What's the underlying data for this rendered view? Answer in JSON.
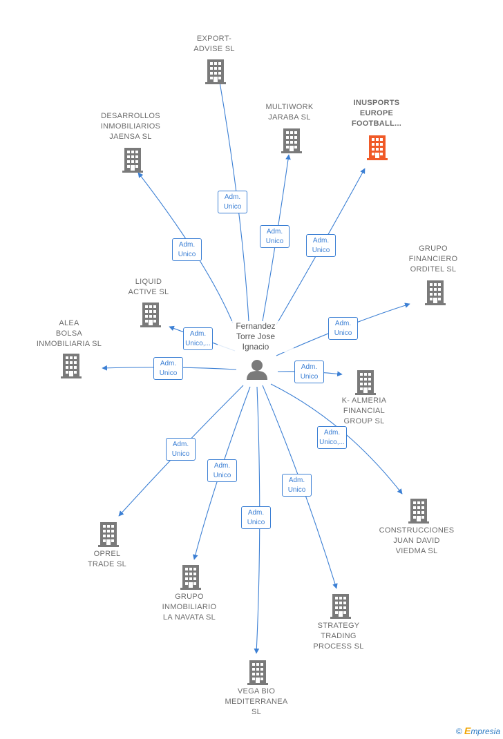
{
  "center": {
    "label": "Fernandez\nTorre Jose\nIgnacio",
    "icon": "person-icon"
  },
  "colors": {
    "edge": "#3b7fd4",
    "building": "#7a7a7a",
    "highlight": "#f05a28"
  },
  "nodes": [
    {
      "id": "export",
      "label": "EXPORT-\nADVISE SL",
      "relation": "Adm.\nUnico",
      "highlight": false
    },
    {
      "id": "desarrollos",
      "label": "DESARROLLOS\nINMOBILIARIOS\nJAENSA SL",
      "relation": "Adm.\nUnico",
      "highlight": false
    },
    {
      "id": "multiwork",
      "label": "MULTIWORK\nJARABA  SL",
      "relation": "Adm.\nUnico",
      "highlight": false
    },
    {
      "id": "inusports",
      "label": "INUSPORTS\nEUROPE\nFOOTBALL...",
      "relation": "Adm.\nUnico",
      "highlight": true
    },
    {
      "id": "grupo_fin",
      "label": "GRUPO\nFINANCIERO\nORDITEL  SL",
      "relation": "Adm.\nUnico",
      "highlight": false
    },
    {
      "id": "liquid",
      "label": "LIQUID\nACTIVE  SL",
      "relation": "Adm.\nUnico,...",
      "highlight": false
    },
    {
      "id": "alea",
      "label": "ALEA\nBOLSA\nINMOBILIARIA SL",
      "relation": "Adm.\nUnico",
      "highlight": false
    },
    {
      "id": "kalmeria",
      "label": "K- ALMERIA\nFINANCIAL\nGROUP  SL",
      "relation": "Adm.\nUnico",
      "highlight": false
    },
    {
      "id": "construcciones",
      "label": "CONSTRUCCIONES\nJUAN DAVID\nVIEDMA SL",
      "relation": "Adm.\nUnico,...",
      "highlight": false
    },
    {
      "id": "oprel",
      "label": "OPREL\nTRADE  SL",
      "relation": "Adm.\nUnico",
      "highlight": false
    },
    {
      "id": "grupo_inm",
      "label": "GRUPO\nINMOBILIARIO\nLA NAVATA SL",
      "relation": "Adm.\nUnico",
      "highlight": false
    },
    {
      "id": "vega",
      "label": "VEGA BIO\nMEDITERRANEA\nSL",
      "relation": "Adm.\nUnico",
      "highlight": false
    },
    {
      "id": "strategy",
      "label": "STRATEGY\nTRADING\nPROCESS SL",
      "relation": "Adm.\nUnico",
      "highlight": false
    }
  ],
  "footer": {
    "copyright": "©",
    "brand_initial": "E",
    "brand_rest": "mpresia"
  }
}
